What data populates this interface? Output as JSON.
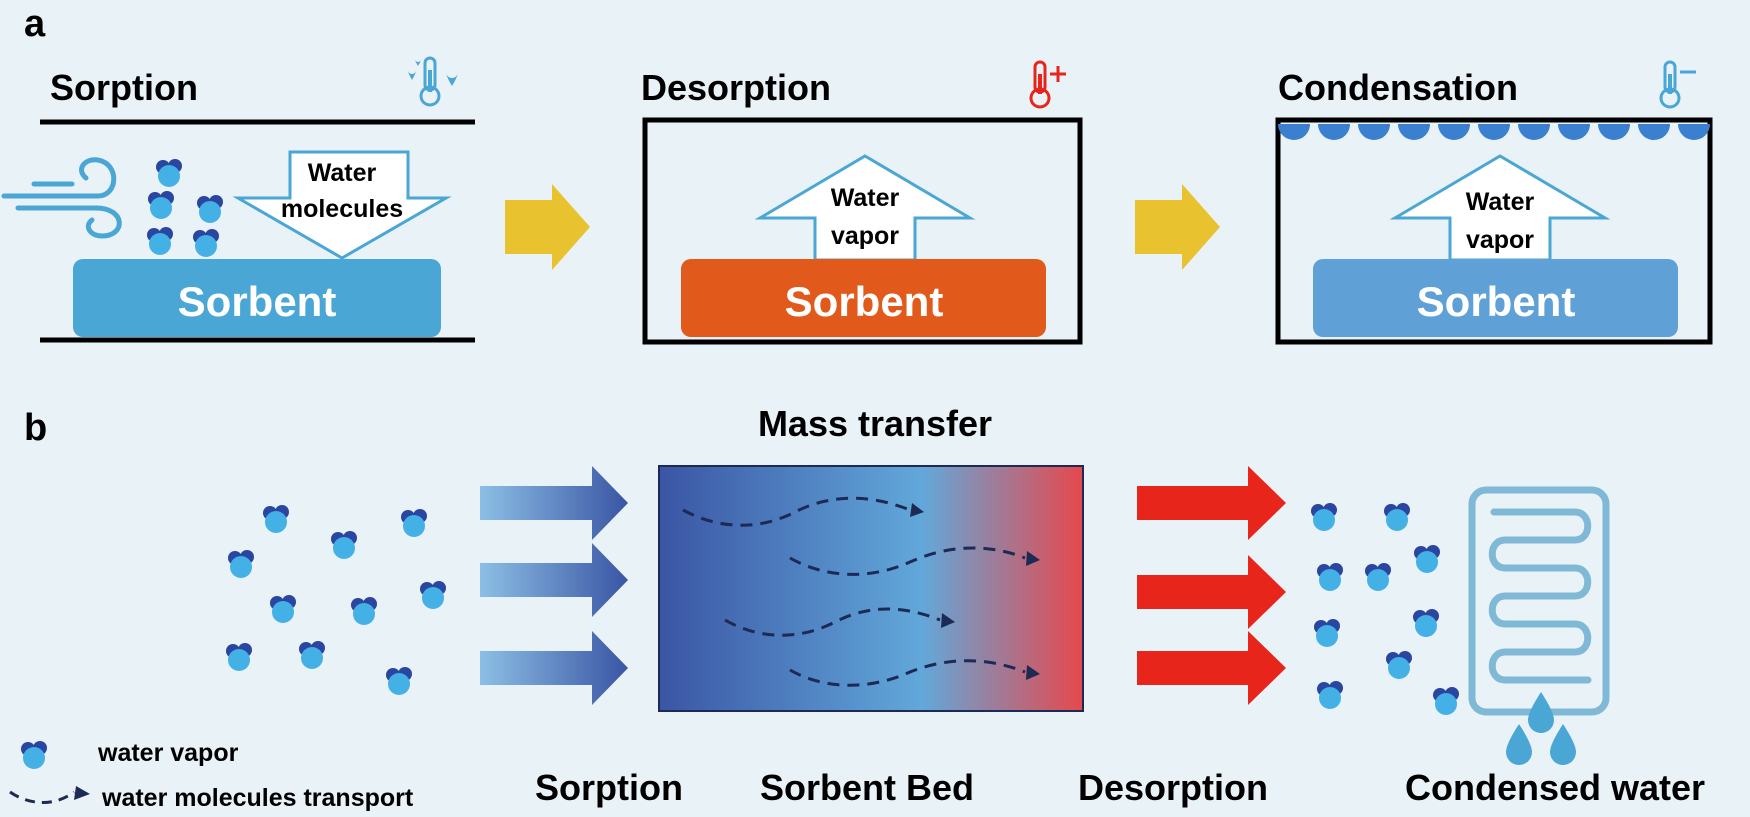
{
  "panel_a": {
    "label": "a",
    "sorption": {
      "title": "Sorption",
      "arrow_text_1": "Water",
      "arrow_text_2": "molecules",
      "sorbent": "Sorbent"
    },
    "desorption": {
      "title": "Desorption",
      "arrow_text_1": "Water",
      "arrow_text_2": "vapor",
      "sorbent": "Sorbent"
    },
    "condensation": {
      "title": "Condensation",
      "arrow_text_1": "Water",
      "arrow_text_2": "vapor",
      "sorbent": "Sorbent"
    }
  },
  "panel_b": {
    "label": "b",
    "title": "Mass transfer",
    "captions": {
      "sorption": "Sorption",
      "bed": "Sorbent Bed",
      "desorption": "Desorption",
      "condensed": "Condensed water"
    },
    "legend": {
      "vapor": "water vapor",
      "transport": "water molecules transport"
    }
  },
  "colors": {
    "background": "#e9f2f7",
    "sorbent_sorption": "#4aa6d4",
    "sorbent_desorption": "#e15a1b",
    "sorbent_condensation": "#5fa1d6",
    "process_arrow": "#e9c22f",
    "inflow_arrow": "#3d5aa8",
    "outflow_arrow": "#e8251b",
    "bed_start": "#3a55a4",
    "bed_mid": "#62a8da",
    "bed_end": "#e6484c",
    "molecule_dark": "#2a46a0",
    "molecule_light": "#43b0e6"
  },
  "icons": {
    "sorption": "thermometer-droplets-icon",
    "desorption": "thermometer-plus-icon",
    "condensation": "thermometer-minus-icon",
    "wind": "wind-icon",
    "condenser": "condenser-coil-icon"
  }
}
